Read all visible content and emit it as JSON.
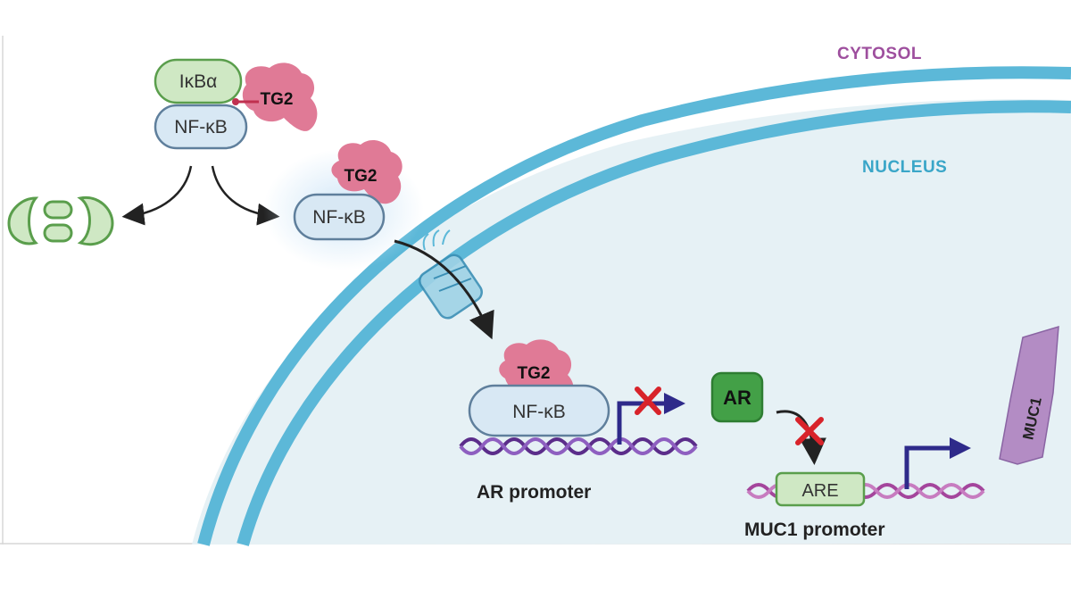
{
  "compartments": {
    "cytosol_label": "CYTOSOL",
    "nucleus_label": "NUCLEUS"
  },
  "complex": {
    "ikba_label": "IκBα",
    "tg2_label": "TG2",
    "nfkb_label": "NF-κB"
  },
  "released": {
    "nfkb_label": "NF-κB",
    "tg2_label": "TG2"
  },
  "nuclear": {
    "tg2_label": "TG2",
    "nfkb_label": "NF-κB",
    "ar_promoter_label": "AR promoter",
    "ar_label": "AR",
    "are_label": "ARE",
    "muc1_promoter_label": "MUC1 promoter",
    "muc1_label": "MUC1"
  },
  "colors": {
    "membrane": "#5cb8d8",
    "nucleus_fill": "#e6f1f5",
    "ikba_fill": "#cfe8c4",
    "ikba_stroke": "#5a9e4c",
    "nfkb_fill": "#d8e8f4",
    "nfkb_stroke": "#5f7f9c",
    "tg2": "#e07a96",
    "ar": "#43a047",
    "muc1": "#b38cc4",
    "dna": "#5b2d8a",
    "arrow_blue": "#2e2a8a",
    "inhibit_red": "#d8232a",
    "cytosol_text": "#9e4f9e",
    "nucleus_text": "#3aa6c8"
  }
}
